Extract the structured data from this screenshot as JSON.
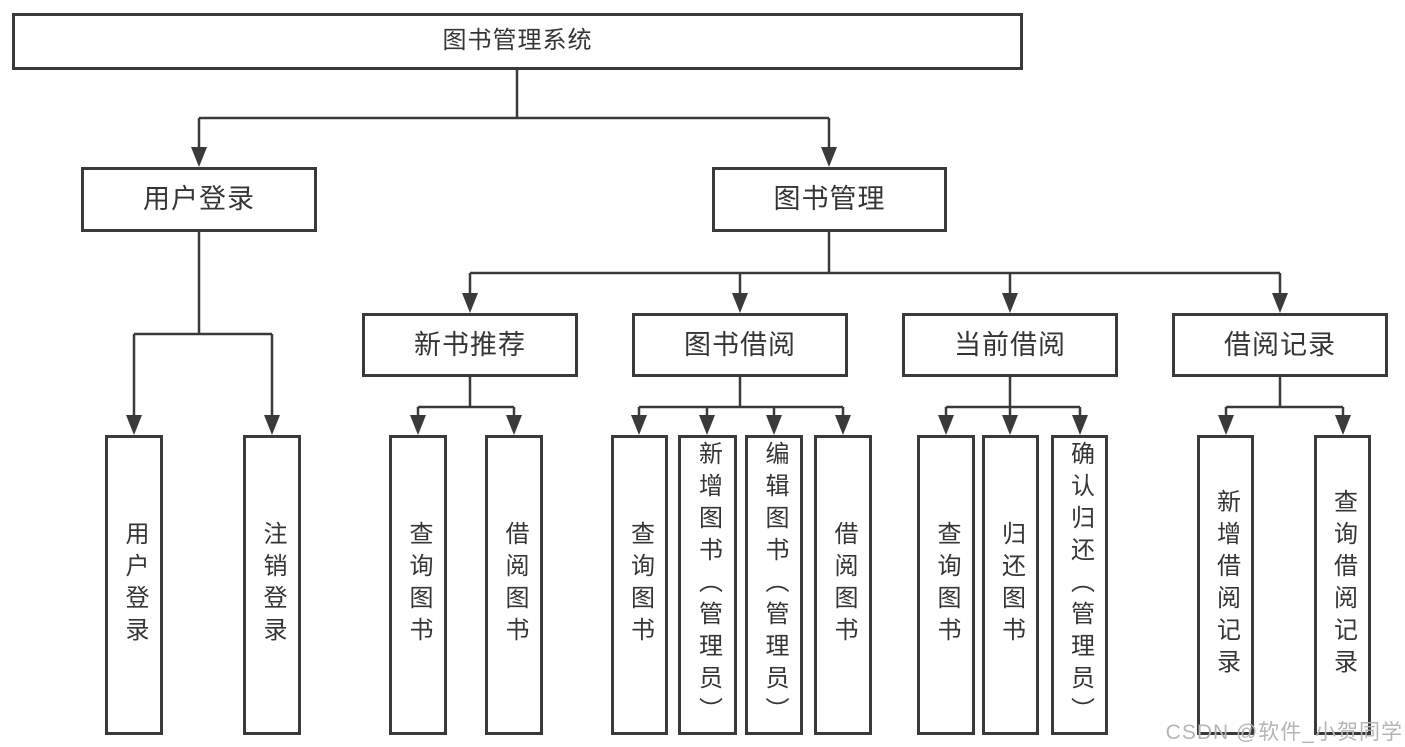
{
  "tree": {
    "label": "图书管理系统",
    "children": [
      {
        "label": "用户登录",
        "children": [
          {
            "label": "用户登录"
          },
          {
            "label": "注销登录"
          }
        ]
      },
      {
        "label": "图书管理",
        "children": [
          {
            "label": "新书推荐",
            "children": [
              {
                "label": "查询图书"
              },
              {
                "label": "借阅图书"
              }
            ]
          },
          {
            "label": "图书借阅",
            "children": [
              {
                "label": "查询图书"
              },
              {
                "label": "新增图书（管理员）"
              },
              {
                "label": "编辑图书（管理员）"
              },
              {
                "label": "借阅图书"
              }
            ]
          },
          {
            "label": "当前借阅",
            "children": [
              {
                "label": "查询图书"
              },
              {
                "label": "归还图书"
              },
              {
                "label": "确认归还（管理员）"
              }
            ]
          },
          {
            "label": "借阅记录",
            "children": [
              {
                "label": "新增借阅记录"
              },
              {
                "label": "查询借阅记录"
              }
            ]
          }
        ]
      }
    ]
  },
  "watermark": {
    "text": "CSDN @软件_小贺同学"
  },
  "colors": {
    "line": "#3a3a3a",
    "text": "#353535",
    "box_background": "#ffffff",
    "watermark": "#b5b5b5",
    "page_background": "#ffffff"
  }
}
